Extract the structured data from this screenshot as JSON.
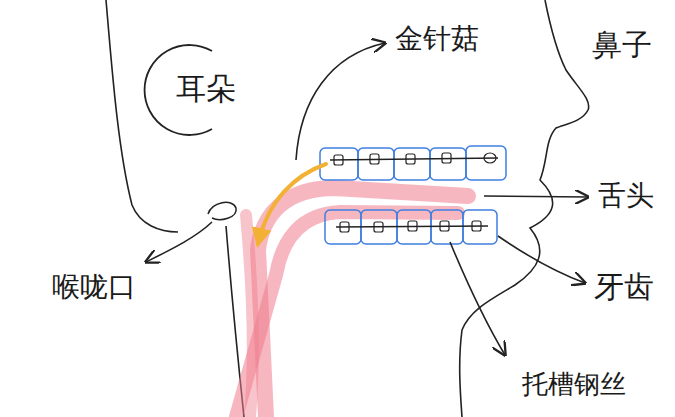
{
  "diagram": {
    "labels": [
      "耳朵",
      "金针菇",
      "鼻子",
      "舌头",
      "牙齿",
      "喉咙口",
      "托槽钢丝"
    ]
  }
}
